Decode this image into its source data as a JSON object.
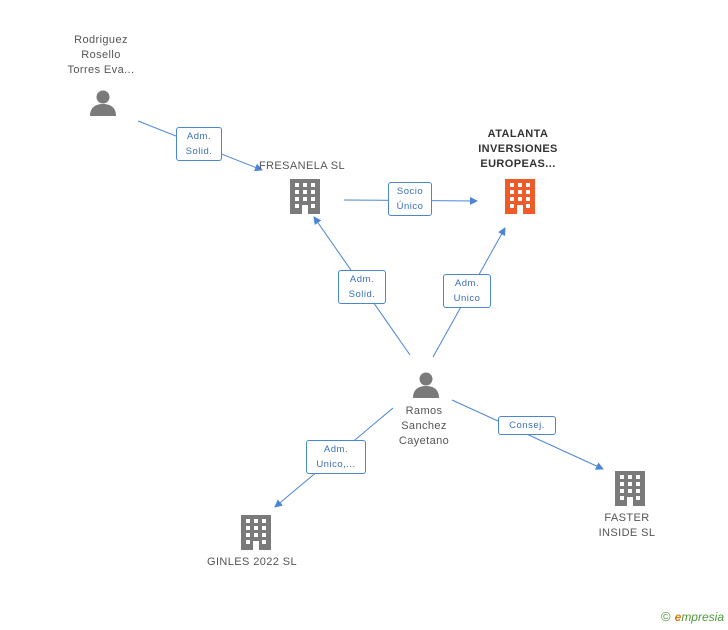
{
  "nodes": {
    "rodriguez": {
      "lines": [
        "Rodriguez",
        "Rosello",
        "Torres Eva..."
      ],
      "icon": "person-icon"
    },
    "fresanela": {
      "lines": [
        "FRESANELA SL"
      ],
      "icon": "building-icon"
    },
    "atalanta": {
      "lines": [
        "ATALANTA",
        "INVERSIONES",
        "EUROPEAS..."
      ],
      "icon": "building-icon",
      "color": "#f05a28"
    },
    "ramos": {
      "lines": [
        "Ramos",
        "Sanchez",
        "Cayetano"
      ],
      "icon": "person-icon"
    },
    "ginles": {
      "lines": [
        "GINLES 2022 SL"
      ],
      "icon": "building-icon"
    },
    "faster": {
      "lines": [
        "FASTER",
        "INSIDE SL"
      ],
      "icon": "building-icon"
    }
  },
  "relations": {
    "rodriguez_fresanela": [
      "Adm.",
      "Solid."
    ],
    "fresanela_atalanta": [
      "Socio",
      "Único"
    ],
    "ramos_fresanela": [
      "Adm.",
      "Solid."
    ],
    "ramos_atalanta": [
      "Adm.",
      "Unico"
    ],
    "ramos_ginles": [
      "Adm.",
      "Unico,..."
    ],
    "ramos_faster": [
      "Consej."
    ]
  },
  "colors": {
    "edge": "#4a86d4",
    "icon": "#7a7a7a",
    "focus": "#f05a28"
  },
  "footer": {
    "copyright": "©",
    "brand_first": "e",
    "brand_rest": "mpresia"
  }
}
